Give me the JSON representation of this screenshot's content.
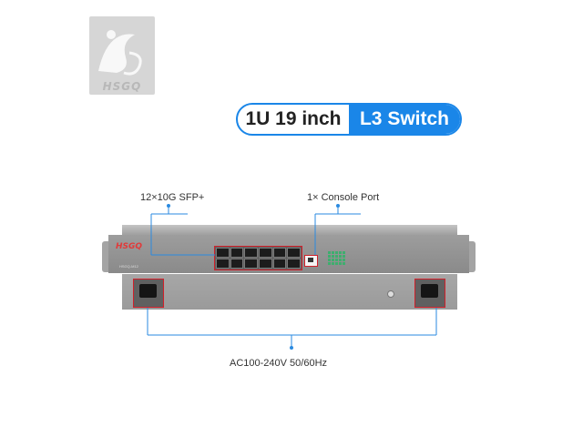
{
  "logo": {
    "text": "HSGQ"
  },
  "headline": {
    "left": "1U 19 inch",
    "right": "L3 Switch"
  },
  "callouts": {
    "sfp": "12×10G SFP+",
    "console": "1× Console Port",
    "power": "AC100-240V 50/60Hz"
  },
  "device": {
    "brand": "HSGQ",
    "model": "HSGQ-M12"
  },
  "colors": {
    "accent": "#1a86e8",
    "highlight": "#d0202a",
    "chassis": "#9a9a9a"
  }
}
